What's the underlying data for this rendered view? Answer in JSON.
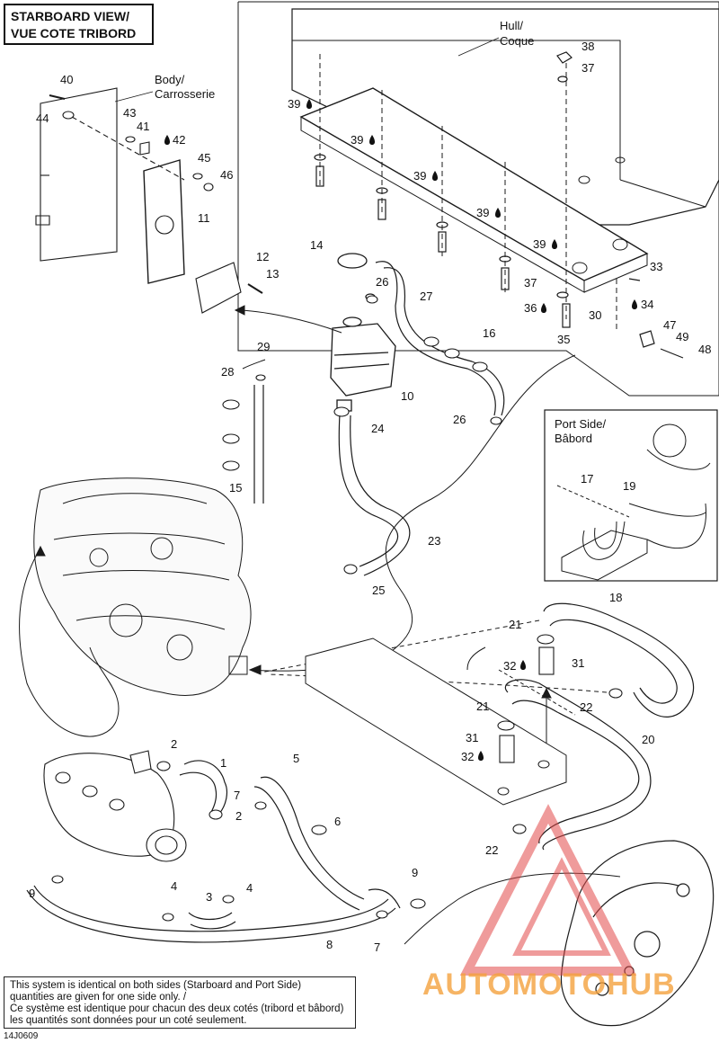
{
  "title": {
    "line1": "STARBOARD VIEW/",
    "line2": "VUE COTE TRIBORD"
  },
  "labels": {
    "hull": "Hull/",
    "hull_fr": "Coque",
    "body": "Body/",
    "body_fr": "Carrosserie",
    "port": "Port Side/",
    "port_fr": "Bâbord"
  },
  "callouts": {
    "c1": "1",
    "c2a": "2",
    "c2b": "2",
    "c3": "3",
    "c4a": "4",
    "c4b": "4",
    "c5": "5",
    "c6": "6",
    "c7a": "7",
    "c7b": "7",
    "c8": "8",
    "c9a": "9",
    "c9b": "9",
    "c10": "10",
    "c11": "11",
    "c12": "12",
    "c13": "13",
    "c14": "14",
    "c15": "15",
    "c16": "16",
    "c17": "17",
    "c18": "18",
    "c19": "19",
    "c20": "20",
    "c21a": "21",
    "c21b": "21",
    "c22a": "22",
    "c22b": "22",
    "c23": "23",
    "c24": "24",
    "c25": "25",
    "c26a": "26",
    "c26b": "26",
    "c27": "27",
    "c28": "28",
    "c29": "29",
    "c30": "30",
    "c31a": "31",
    "c31b": "31",
    "c32a": "32",
    "c32b": "32",
    "c33": "33",
    "c34": "34",
    "c35": "35",
    "c36": "36",
    "c37a": "37",
    "c37b": "37",
    "c38": "38",
    "c39a": "39",
    "c39b": "39",
    "c39c": "39",
    "c39d": "39",
    "c39e": "39",
    "c40": "40",
    "c41": "41",
    "c42": "42",
    "c43": "43",
    "c44": "44",
    "c45": "45",
    "c46": "46",
    "c47": "47",
    "c48": "48",
    "c49": "49"
  },
  "note": {
    "line1": "This system is identical on both sides (Starboard and Port Side)",
    "line2": "quantities are given for one side only. /",
    "line3": "Ce système est identique pour chacun des deux cotés (tribord et bâbord)",
    "line4": "les quantités sont données pour un coté seulement."
  },
  "drawing_code": "14J0609",
  "watermark": {
    "part1": "AUTOMOTO",
    "part2": "HUB"
  },
  "colors": {
    "watermark_orange": "#f4a23e",
    "watermark_red": "#e24a4a",
    "line": "#1a1a1a"
  }
}
